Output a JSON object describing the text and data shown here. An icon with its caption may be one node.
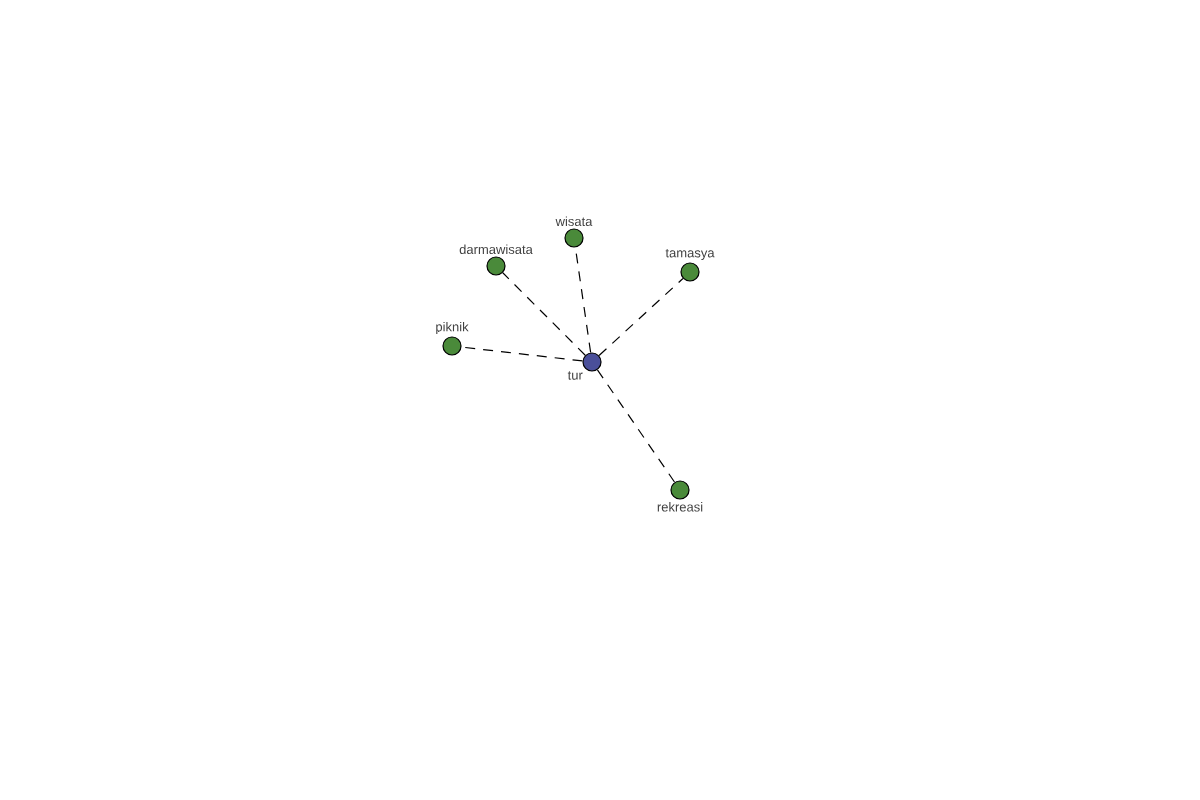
{
  "diagram": {
    "nodes": [
      {
        "text": [
          "tur"
        ]
      },
      {
        "text": [
          "darmawisata"
        ]
      },
      {
        "text": [
          "wisata"
        ]
      },
      {
        "text": [
          "tamasya"
        ]
      },
      {
        "text": [
          "piknik"
        ]
      },
      {
        "text": [
          "rekreasi"
        ]
      }
    ],
    "edges": [
      {
        "from": 0,
        "to": 1,
        "arrow": "none",
        "style": "dashed"
      },
      {
        "from": 0,
        "to": 2,
        "arrow": "none",
        "style": "dashed"
      },
      {
        "from": 0,
        "to": 3,
        "arrow": "none",
        "style": "dashed"
      },
      {
        "from": 0,
        "to": 4,
        "arrow": "none",
        "style": "dashed"
      },
      {
        "from": 0,
        "to": 5,
        "arrow": "none",
        "style": "dashed"
      }
    ]
  }
}
